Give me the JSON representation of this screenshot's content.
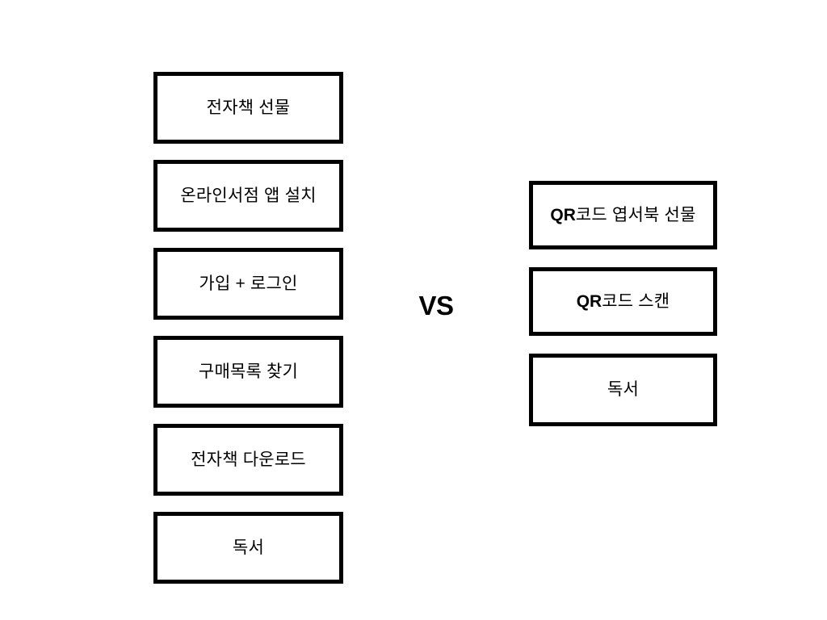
{
  "diagram": {
    "comparison_label": "VS",
    "background_color": "#ffffff",
    "border_color": "#000000",
    "text_color": "#000000",
    "left_flow": {
      "steps": [
        {
          "label": "전자책 선물",
          "latin_prefix": ""
        },
        {
          "label": "온라인서점 앱 설치",
          "latin_prefix": ""
        },
        {
          "label": "가입 + 로그인",
          "latin_prefix": ""
        },
        {
          "label": "구매목록 찾기",
          "latin_prefix": ""
        },
        {
          "label": "전자책 다운로드",
          "latin_prefix": ""
        },
        {
          "label": "독서",
          "latin_prefix": ""
        }
      ]
    },
    "right_flow": {
      "steps": [
        {
          "label": "코드 엽서북 선물",
          "latin_prefix": "QR"
        },
        {
          "label": "코드 스캔",
          "latin_prefix": "QR"
        },
        {
          "label": "독서",
          "latin_prefix": ""
        }
      ]
    }
  }
}
